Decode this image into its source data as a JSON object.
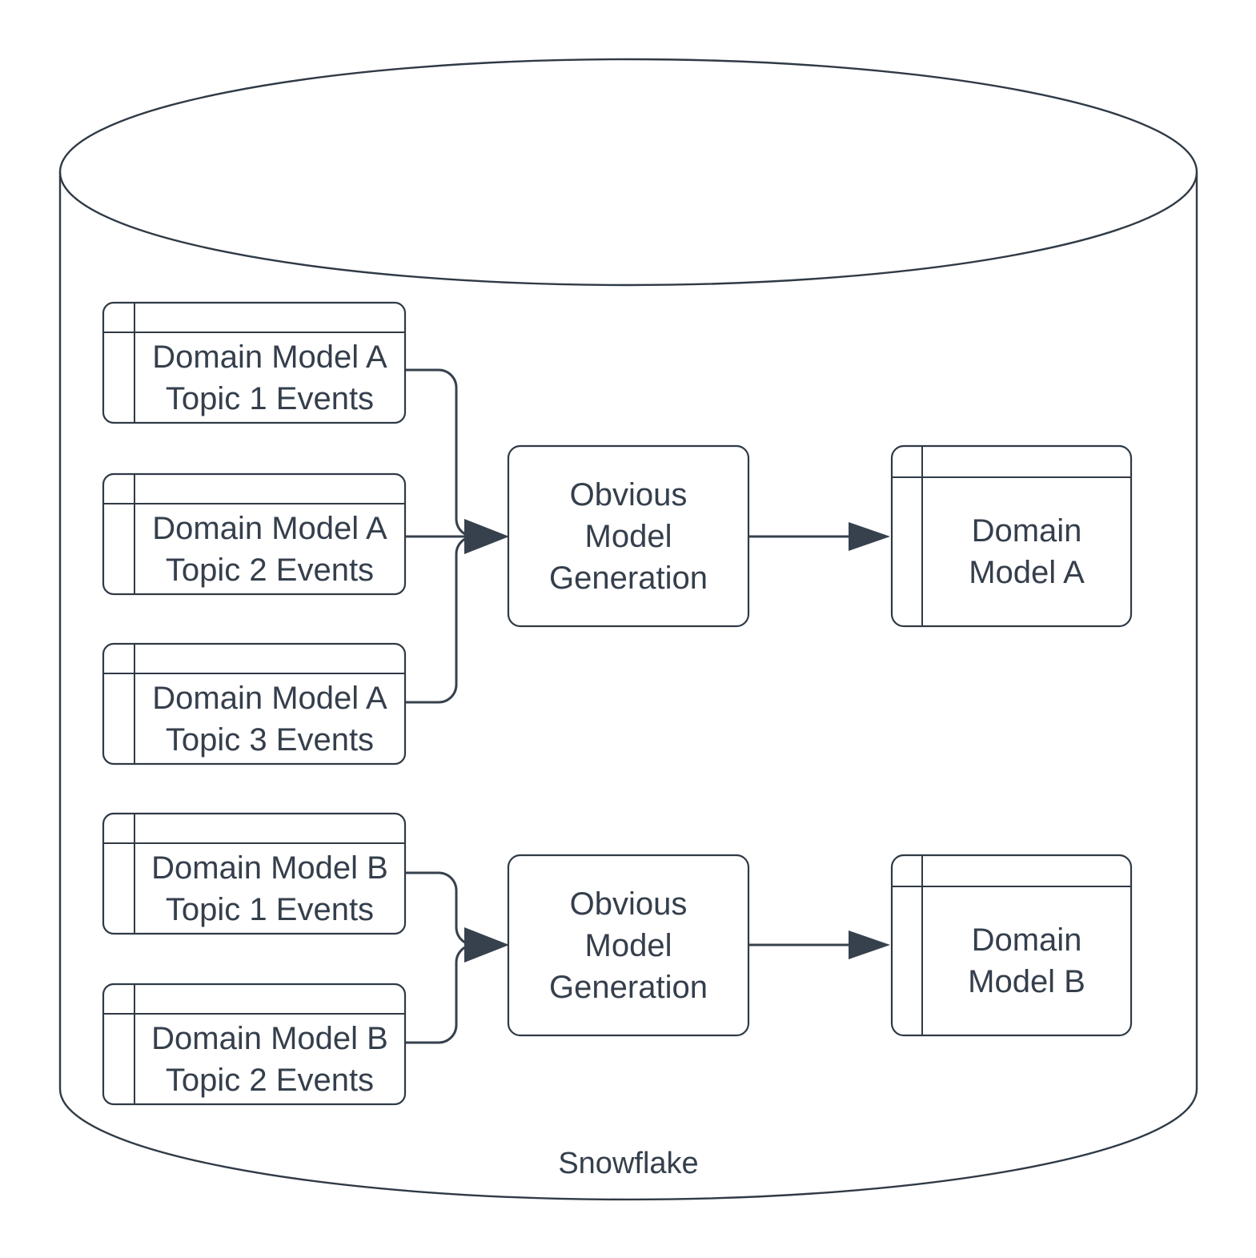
{
  "diagram": {
    "title": "Snowflake",
    "container": {
      "label": "Snowflake",
      "shape": "cylinder"
    },
    "colors": {
      "stroke": "#2f3a45",
      "edge": "#37414e",
      "text": "#353f4c",
      "fill": "#ffffff",
      "background": "#ffffff"
    },
    "groups": [
      {
        "id": "group-a",
        "sources": [
          {
            "id": "a-topic-1",
            "line1": "Domain Model A",
            "line2": "Topic 1 Events",
            "shape": "table"
          },
          {
            "id": "a-topic-2",
            "line1": "Domain Model A",
            "line2": "Topic 2 Events",
            "shape": "table"
          },
          {
            "id": "a-topic-3",
            "line1": "Domain Model A",
            "line2": "Topic 3 Events",
            "shape": "table"
          }
        ],
        "process": {
          "id": "proc-a",
          "line1": "Obvious",
          "line2": "Model",
          "line3": "Generation",
          "shape": "process"
        },
        "output": {
          "id": "out-a",
          "line1": "Domain",
          "line2": "Model A",
          "shape": "table"
        }
      },
      {
        "id": "group-b",
        "sources": [
          {
            "id": "b-topic-1",
            "line1": "Domain Model B",
            "line2": "Topic 1 Events",
            "shape": "table"
          },
          {
            "id": "b-topic-2",
            "line1": "Domain Model B",
            "line2": "Topic 2 Events",
            "shape": "table"
          }
        ],
        "process": {
          "id": "proc-b",
          "line1": "Obvious",
          "line2": "Model",
          "line3": "Generation",
          "shape": "process"
        },
        "output": {
          "id": "out-b",
          "line1": "Domain",
          "line2": "Model B",
          "shape": "table"
        }
      }
    ]
  }
}
